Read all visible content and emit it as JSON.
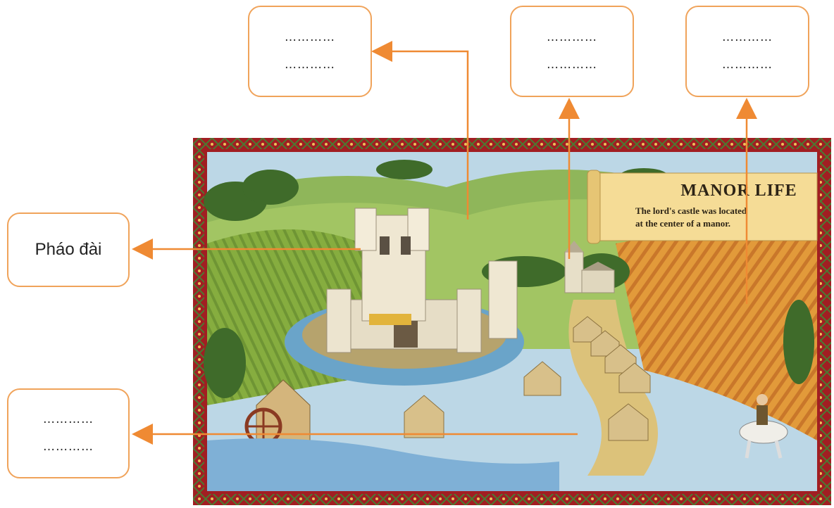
{
  "labels": {
    "top_left": [
      "…………",
      "…………"
    ],
    "top_middle": [
      "…………",
      "…………"
    ],
    "top_right": [
      "…………",
      "…………"
    ],
    "left_middle": "Pháo đài",
    "bottom_left": [
      "…………",
      "…………"
    ]
  },
  "illustration": {
    "title": "MANOR LIFE",
    "caption_line_1": "The lord's castle was located",
    "caption_line_2": "at the center of a manor."
  },
  "colors": {
    "connector": "#ef8a33",
    "box_border": "#f0a35a",
    "frame_red": "#a11e22",
    "frame_green": "#4c7a32",
    "parchment": "#f5dc96"
  }
}
